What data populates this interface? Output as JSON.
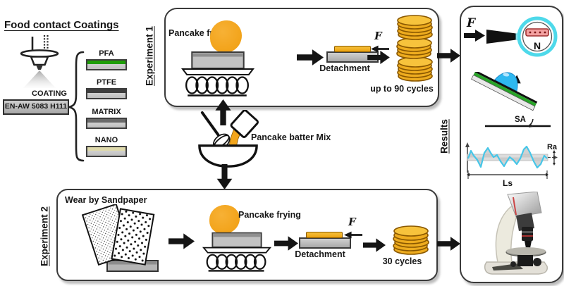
{
  "colors": {
    "batter_orange": "#F2A51D",
    "pancake_gold": "#EFB028",
    "pfa_green": "#1E9E06",
    "ptfe_dark": "#3F3F3F",
    "matrix_gray": "#6A6A6A",
    "nano_cream": "#DED9AB",
    "gauge_cyan": "#4ED9EA",
    "gauge_bar_red": "#F2A0A0",
    "droplet_blue": "#2EB8F0",
    "wave_cyan": "#46C6E8",
    "box_border": "#3A3A3A",
    "substrate_gray": "#BDBDBD"
  },
  "coatings": {
    "title": "Food contact Coatings",
    "coating_label": "COATING",
    "substrate_label": "EN-AW 5083 H111",
    "samples": [
      {
        "label": "PFA",
        "stripe_color": "#1E9E06"
      },
      {
        "label": "PTFE",
        "stripe_color": "#3F3F3F"
      },
      {
        "label": "MATRIX",
        "stripe_color": "#6A6A6A"
      },
      {
        "label": "NANO",
        "stripe_color": "#DED9AB"
      }
    ]
  },
  "experiment1": {
    "label": "Experiment 1",
    "frying_label": "Pancake frying",
    "detachment_label": "Detachment",
    "force_label": "F",
    "cycles_label": "up to 90 cycles"
  },
  "batter": {
    "label": "Pancake batter Mix"
  },
  "experiment2": {
    "label": "Experiment 2",
    "wear_label": "Wear by Sandpaper",
    "frying_label": "Pancake frying",
    "detachment_label": "Detachment",
    "force_label": "F",
    "cycles_label": "30 cycles"
  },
  "results": {
    "label": "Results",
    "force_label": "F",
    "gauge_unit": "N",
    "sliding_angle_label": "SA",
    "roughness_ra_label": "Ra",
    "roughness_ls_label": "Ls"
  }
}
